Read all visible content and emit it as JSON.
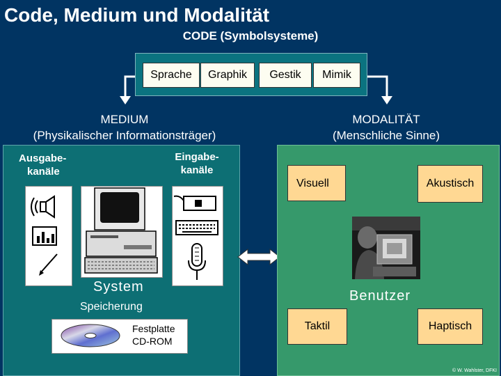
{
  "title": "Code, Medium und Modalität",
  "code": {
    "heading": "CODE (Symbolsysteme)",
    "items": [
      "Sprache",
      "Graphik",
      "Gestik",
      "Mimik"
    ]
  },
  "medium": {
    "heading_line1": "MEDIUM",
    "heading_line2": "(Physikalischer Informationsträger)",
    "output_label_line1": "Ausgabe-",
    "output_label_line2": "kanäle",
    "input_label_line1": "Eingabe-",
    "input_label_line2": "kanäle",
    "system_label": "System",
    "storage_label": "Speicherung",
    "storage_line1": "Festplatte",
    "storage_line2": "CD-ROM"
  },
  "modality": {
    "heading_line1": "MODALITÄT",
    "heading_line2": "(Menschliche Sinne)",
    "visual": "Visuell",
    "acoustic": "Akustisch",
    "tactile": "Taktil",
    "haptic": "Haptisch",
    "user_label": "Benutzer"
  },
  "copyright": "© W. Wahlster, DFKI",
  "colors": {
    "background": "#013462",
    "code_box": "#0b7380",
    "medium_box": "#0d6f74",
    "modality_box": "#36996b",
    "sense_box": "#ffd893"
  },
  "icons": [
    "speaker-icon",
    "bar-chart-icon",
    "pen-icon",
    "computer-icon",
    "mouse-icon",
    "keyboard-icon",
    "microphone-icon",
    "cd-icon",
    "user-photo",
    "double-arrow-icon"
  ]
}
